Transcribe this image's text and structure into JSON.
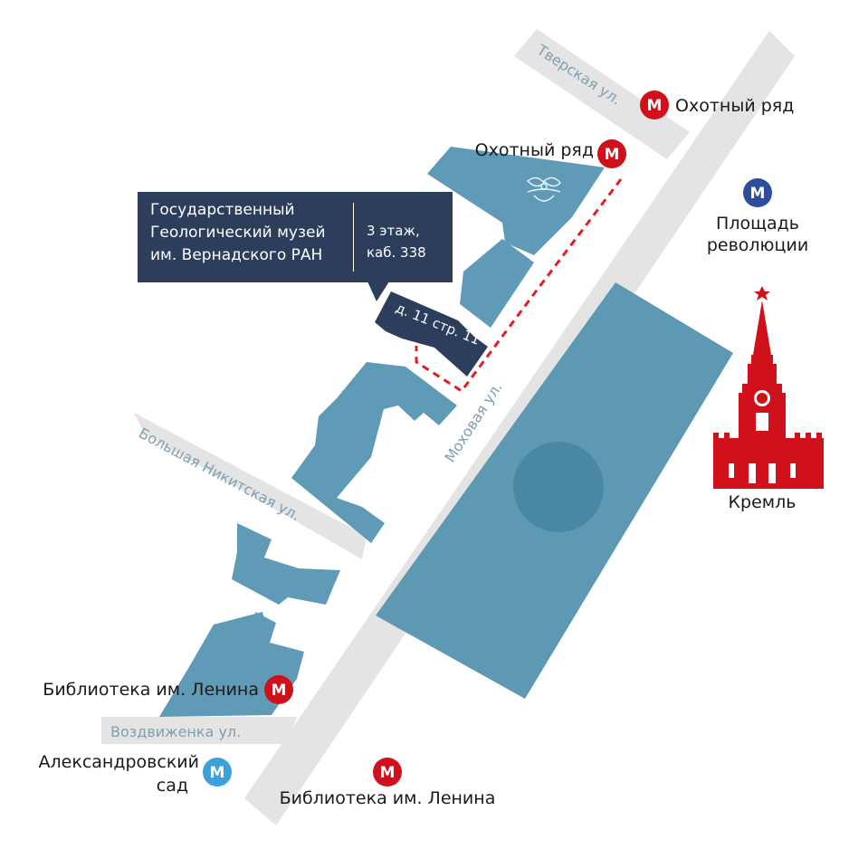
{
  "colors": {
    "building": "#5f9bb6",
    "building_dark": "#2c3e5c",
    "park": "#5e99b4",
    "park_circle": "#4a87a3",
    "road": "#e4e4e4",
    "street_text": "#7f9fb2",
    "metro_red": "#d0101b",
    "metro_blue": "#2e4d9d",
    "metro_light_blue": "#3aa1da",
    "route": "#e51b23",
    "kremlin": "#d0101b"
  },
  "callout": {
    "title_line1": "Государственный",
    "title_line2": "Геологический музей",
    "title_line3": "им. Вернадского РАН",
    "floor_line1": "3 этаж,",
    "floor_line2": "каб. 338"
  },
  "building_label": "д. 11 стр. 11",
  "streets": {
    "tverskaya": "Тверская ул.",
    "mokhovaya": "Моховая ул.",
    "nikitskaya": "Большая Никитская ул.",
    "vozdvizhenka": "Воздвиженка ул."
  },
  "metro": {
    "symbol": "М",
    "okhotny_top": "Охотный ряд",
    "okhotny_mid": "Охотный ряд",
    "ploshchad_line1": "Площадь",
    "ploshchad_line2": "революции",
    "biblioteka_left": "Библиотека им. Ленина",
    "biblioteka_bottom": "Библиотека им. Ленина",
    "aleksandrovsky_line1": "Александровский",
    "aleksandrovsky_line2": "сад"
  },
  "landmark": {
    "kremlin_label": "Кремль",
    "icon": "kremlin-tower-icon"
  }
}
